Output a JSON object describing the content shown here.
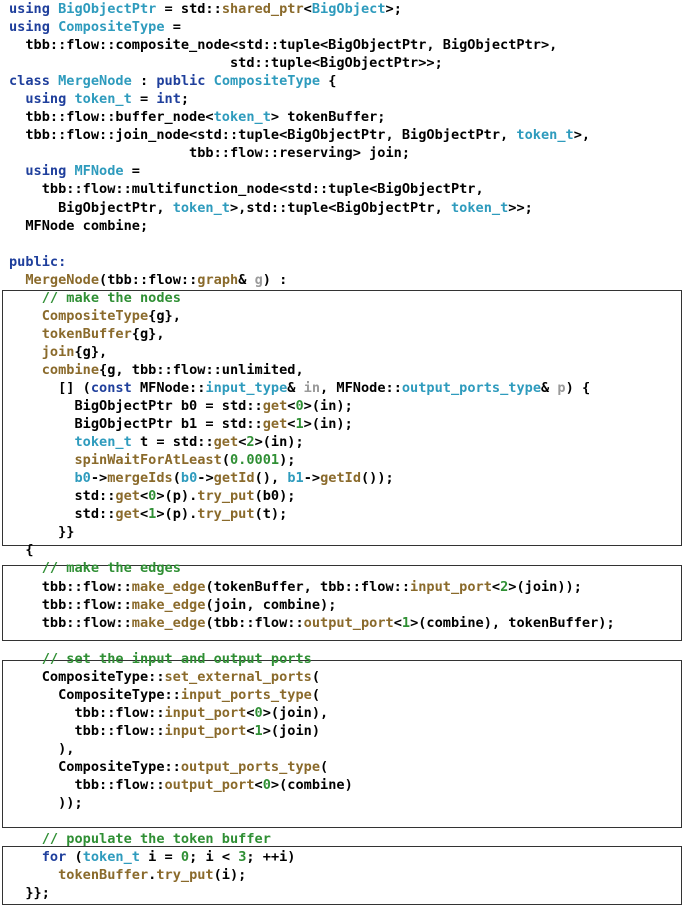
{
  "colors": {
    "keyword": "#1f3f9c",
    "type": "#2e9bbd",
    "function": "#8a6a2b",
    "comment": "#2f8f34",
    "number": "#2f8f34",
    "parameter": "#9a9a9a",
    "plain": "#000000",
    "box_border": "#333333"
  },
  "code_lines": [
    [
      [
        "kw",
        "using"
      ],
      [
        "pl",
        " "
      ],
      [
        "type",
        "BigObjectPtr"
      ],
      [
        "pl",
        " = std::"
      ],
      [
        "fn",
        "shared_ptr"
      ],
      [
        "pl",
        "<"
      ],
      [
        "type",
        "BigObject"
      ],
      [
        "pl",
        ">;"
      ]
    ],
    [
      [
        "kw",
        "using"
      ],
      [
        "pl",
        " "
      ],
      [
        "type",
        "CompositeType"
      ],
      [
        "pl",
        " ="
      ]
    ],
    [
      [
        "pl",
        "  tbb::flow::composite_node<std::tuple<BigObjectPtr, BigObjectPtr>,"
      ]
    ],
    [
      [
        "pl",
        "                           std::tuple<BigObjectPtr>>;"
      ]
    ],
    [
      [
        "kw",
        "class"
      ],
      [
        "pl",
        " "
      ],
      [
        "type",
        "MergeNode"
      ],
      [
        "pl",
        " : "
      ],
      [
        "kw",
        "public"
      ],
      [
        "pl",
        " "
      ],
      [
        "type",
        "CompositeType"
      ],
      [
        "pl",
        " {"
      ]
    ],
    [
      [
        "pl",
        "  "
      ],
      [
        "kw",
        "using"
      ],
      [
        "pl",
        " "
      ],
      [
        "type",
        "token_t"
      ],
      [
        "pl",
        " = "
      ],
      [
        "kw",
        "int"
      ],
      [
        "pl",
        ";"
      ]
    ],
    [
      [
        "pl",
        "  tbb::flow::buffer_node<"
      ],
      [
        "type",
        "token_t"
      ],
      [
        "pl",
        "> tokenBuffer;"
      ]
    ],
    [
      [
        "pl",
        "  tbb::flow::join_node<std::tuple<BigObjectPtr, BigObjectPtr, "
      ],
      [
        "type",
        "token_t"
      ],
      [
        "pl",
        ">,"
      ]
    ],
    [
      [
        "pl",
        "                      tbb::flow::reserving> join;"
      ]
    ],
    [
      [
        "pl",
        "  "
      ],
      [
        "kw",
        "using"
      ],
      [
        "pl",
        " "
      ],
      [
        "type",
        "MFNode"
      ],
      [
        "pl",
        " ="
      ]
    ],
    [
      [
        "pl",
        "    tbb::flow::multifunction_node<std::tuple<BigObjectPtr,"
      ]
    ],
    [
      [
        "pl",
        "      BigObjectPtr, "
      ],
      [
        "type",
        "token_t"
      ],
      [
        "pl",
        ">,std::tuple<BigObjectPtr, "
      ],
      [
        "type",
        "token_t"
      ],
      [
        "pl",
        ">>;"
      ]
    ],
    [
      [
        "pl",
        "  MFNode combine;"
      ]
    ],
    [],
    [
      [
        "kw",
        "public:"
      ]
    ],
    [
      [
        "pl",
        "  "
      ],
      [
        "fn",
        "MergeNode"
      ],
      [
        "pl",
        "(tbb::flow::"
      ],
      [
        "fn",
        "graph"
      ],
      [
        "pl",
        "& "
      ],
      [
        "prm",
        "g"
      ],
      [
        "pl",
        ") :"
      ]
    ],
    [
      [
        "pl",
        "    "
      ],
      [
        "cm",
        "// make the nodes"
      ]
    ],
    [
      [
        "pl",
        "    "
      ],
      [
        "fn",
        "CompositeType"
      ],
      [
        "pl",
        "{g},"
      ]
    ],
    [
      [
        "pl",
        "    "
      ],
      [
        "fn",
        "tokenBuffer"
      ],
      [
        "pl",
        "{g},"
      ]
    ],
    [
      [
        "pl",
        "    "
      ],
      [
        "fn",
        "join"
      ],
      [
        "pl",
        "{g},"
      ]
    ],
    [
      [
        "pl",
        "    "
      ],
      [
        "fn",
        "combine"
      ],
      [
        "pl",
        "{g, tbb::flow::unlimited,"
      ]
    ],
    [
      [
        "pl",
        "      [] ("
      ],
      [
        "kw",
        "const"
      ],
      [
        "pl",
        " MFNode::"
      ],
      [
        "type",
        "input_type"
      ],
      [
        "pl",
        "& "
      ],
      [
        "prm",
        "in"
      ],
      [
        "pl",
        ", MFNode::"
      ],
      [
        "type",
        "output_ports_type"
      ],
      [
        "pl",
        "& "
      ],
      [
        "prm",
        "p"
      ],
      [
        "pl",
        ") {"
      ]
    ],
    [
      [
        "pl",
        "        BigObjectPtr b0 = std::"
      ],
      [
        "fn",
        "get"
      ],
      [
        "pl",
        "<"
      ],
      [
        "num",
        "0"
      ],
      [
        "pl",
        ">(in);"
      ]
    ],
    [
      [
        "pl",
        "        BigObjectPtr b1 = std::"
      ],
      [
        "fn",
        "get"
      ],
      [
        "pl",
        "<"
      ],
      [
        "num",
        "1"
      ],
      [
        "pl",
        ">(in);"
      ]
    ],
    [
      [
        "pl",
        "        "
      ],
      [
        "type",
        "token_t"
      ],
      [
        "pl",
        " t = std::"
      ],
      [
        "fn",
        "get"
      ],
      [
        "pl",
        "<"
      ],
      [
        "num",
        "2"
      ],
      [
        "pl",
        ">(in);"
      ]
    ],
    [
      [
        "pl",
        "        "
      ],
      [
        "fn",
        "spinWaitForAtLeast"
      ],
      [
        "pl",
        "("
      ],
      [
        "num",
        "0.0001"
      ],
      [
        "pl",
        ");"
      ]
    ],
    [
      [
        "pl",
        "        "
      ],
      [
        "type",
        "b0"
      ],
      [
        "pl",
        "->"
      ],
      [
        "fn",
        "mergeIds"
      ],
      [
        "pl",
        "("
      ],
      [
        "type",
        "b0"
      ],
      [
        "pl",
        "->"
      ],
      [
        "fn",
        "getId"
      ],
      [
        "pl",
        "(), "
      ],
      [
        "type",
        "b1"
      ],
      [
        "pl",
        "->"
      ],
      [
        "fn",
        "getId"
      ],
      [
        "pl",
        "());"
      ]
    ],
    [
      [
        "pl",
        "        std::"
      ],
      [
        "fn",
        "get"
      ],
      [
        "pl",
        "<"
      ],
      [
        "num",
        "0"
      ],
      [
        "pl",
        ">(p)."
      ],
      [
        "fn",
        "try_put"
      ],
      [
        "pl",
        "(b0);"
      ]
    ],
    [
      [
        "pl",
        "        std::"
      ],
      [
        "fn",
        "get"
      ],
      [
        "pl",
        "<"
      ],
      [
        "num",
        "1"
      ],
      [
        "pl",
        ">(p)."
      ],
      [
        "fn",
        "try_put"
      ],
      [
        "pl",
        "(t);"
      ]
    ],
    [
      [
        "pl",
        "      }}"
      ]
    ],
    [
      [
        "pl",
        "  {"
      ]
    ],
    [
      [
        "pl",
        "    "
      ],
      [
        "cm",
        "// make the edges"
      ]
    ],
    [
      [
        "pl",
        "    tbb::flow::"
      ],
      [
        "fn",
        "make_edge"
      ],
      [
        "pl",
        "(tokenBuffer, tbb::flow::"
      ],
      [
        "fn",
        "input_port"
      ],
      [
        "pl",
        "<"
      ],
      [
        "num",
        "2"
      ],
      [
        "pl",
        ">(join));"
      ]
    ],
    [
      [
        "pl",
        "    tbb::flow::"
      ],
      [
        "fn",
        "make_edge"
      ],
      [
        "pl",
        "(join, combine);"
      ]
    ],
    [
      [
        "pl",
        "    tbb::flow::"
      ],
      [
        "fn",
        "make_edge"
      ],
      [
        "pl",
        "(tbb::flow::"
      ],
      [
        "fn",
        "output_port"
      ],
      [
        "pl",
        "<"
      ],
      [
        "num",
        "1"
      ],
      [
        "pl",
        ">(combine), tokenBuffer);"
      ]
    ],
    [],
    [
      [
        "pl",
        "    "
      ],
      [
        "cm",
        "// set the input and output ports"
      ]
    ],
    [
      [
        "pl",
        "    CompositeType::"
      ],
      [
        "fn",
        "set_external_ports"
      ],
      [
        "pl",
        "("
      ]
    ],
    [
      [
        "pl",
        "      CompositeType::"
      ],
      [
        "fn",
        "input_ports_type"
      ],
      [
        "pl",
        "("
      ]
    ],
    [
      [
        "pl",
        "        tbb::flow::"
      ],
      [
        "fn",
        "input_port"
      ],
      [
        "pl",
        "<"
      ],
      [
        "num",
        "0"
      ],
      [
        "pl",
        ">(join),"
      ]
    ],
    [
      [
        "pl",
        "        tbb::flow::"
      ],
      [
        "fn",
        "input_port"
      ],
      [
        "pl",
        "<"
      ],
      [
        "num",
        "1"
      ],
      [
        "pl",
        ">(join)"
      ]
    ],
    [
      [
        "pl",
        "      ),"
      ]
    ],
    [
      [
        "pl",
        "      CompositeType::"
      ],
      [
        "fn",
        "output_ports_type"
      ],
      [
        "pl",
        "("
      ]
    ],
    [
      [
        "pl",
        "        tbb::flow::"
      ],
      [
        "fn",
        "output_port"
      ],
      [
        "pl",
        "<"
      ],
      [
        "num",
        "0"
      ],
      [
        "pl",
        ">(combine)"
      ]
    ],
    [
      [
        "pl",
        "      ));"
      ]
    ],
    [],
    [
      [
        "pl",
        "    "
      ],
      [
        "cm",
        "// populate the token buffer"
      ]
    ],
    [
      [
        "pl",
        "    "
      ],
      [
        "kw",
        "for"
      ],
      [
        "pl",
        " ("
      ],
      [
        "type",
        "token_t"
      ],
      [
        "pl",
        " i = "
      ],
      [
        "num",
        "0"
      ],
      [
        "pl",
        "; i < "
      ],
      [
        "num",
        "3"
      ],
      [
        "pl",
        "; ++i)"
      ]
    ],
    [
      [
        "pl",
        "      "
      ],
      [
        "fn",
        "tokenBuffer"
      ],
      [
        "pl",
        "."
      ],
      [
        "fn",
        "try_put"
      ],
      [
        "pl",
        "(i);"
      ]
    ],
    [
      [
        "pl",
        "  }};"
      ]
    ]
  ]
}
